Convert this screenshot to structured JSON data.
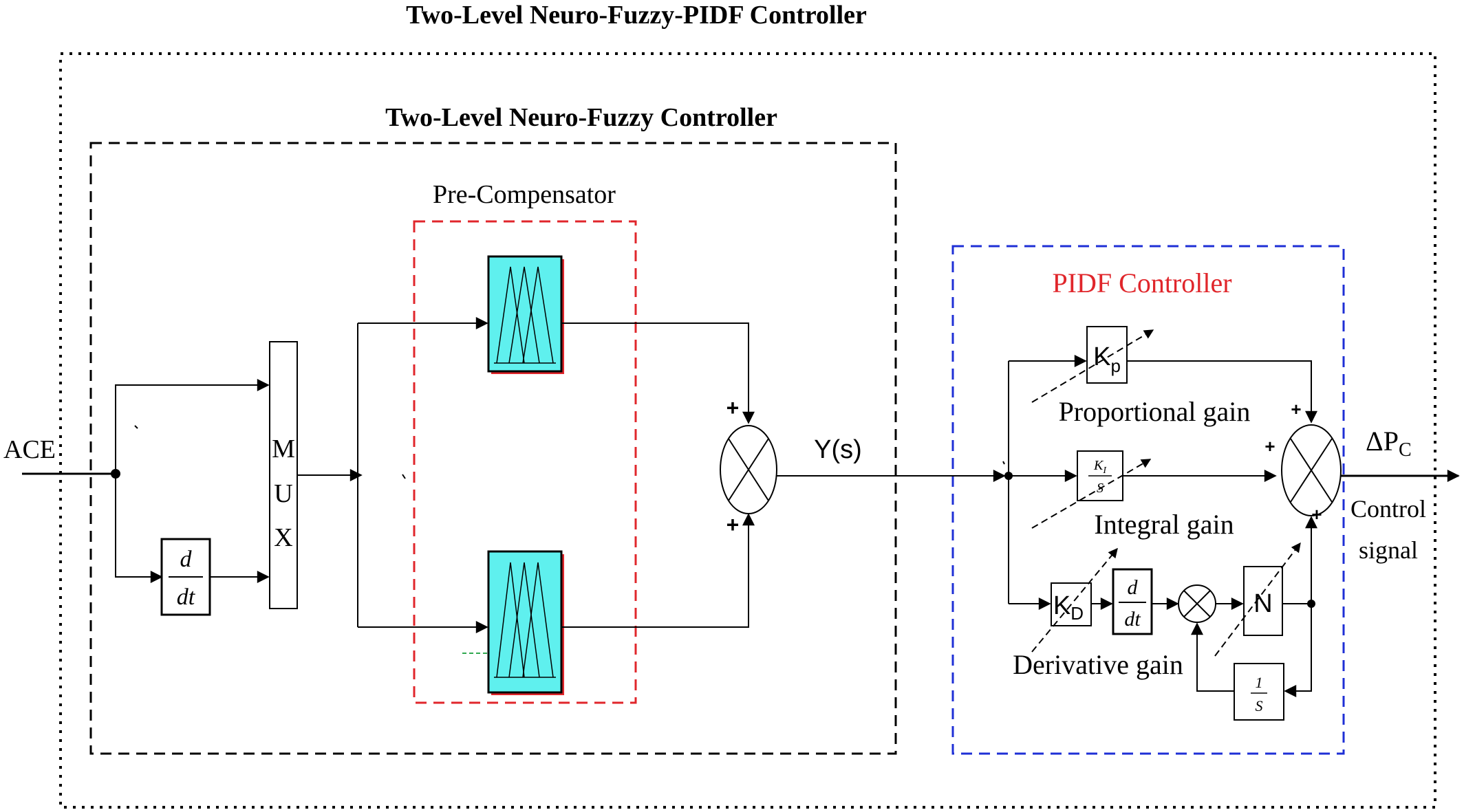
{
  "titles": {
    "outer": "Two-Level Neuro-Fuzzy-PIDF Controller",
    "inner": "Two-Level Neuro-Fuzzy Controller",
    "precompensator": "Pre-Compensator",
    "pidf": "PIDF Controller"
  },
  "signals": {
    "input": "ACE",
    "ys": "Y(s)",
    "output_delta": "ΔP",
    "output_sub": "C",
    "control_line1": "Control",
    "control_line2": "signal"
  },
  "blocks": {
    "mux": [
      "M",
      "U",
      "X"
    ],
    "deriv_num": "d",
    "deriv_den": "dt",
    "kp": "K",
    "kp_sub": "p",
    "ki_num": "K",
    "ki_sub": "I",
    "ki_den": "S",
    "kd": "K",
    "kd_sub": "D",
    "n": "N",
    "int_num": "1",
    "int_den": "S"
  },
  "gain_labels": {
    "proportional": "Proportional gain",
    "integral": "Integral gain",
    "derivative": "Derivative gain"
  },
  "signs": {
    "sum1_top": "+",
    "sum1_bottom": "+",
    "sum2_top": "+",
    "sum2_left": "+",
    "sum2_bottom": "+"
  },
  "colors": {
    "precompensator_border": "#e0262b",
    "pidf_border": "#1e2fd6",
    "pidf_title": "#e0262b",
    "fuzzy_fill": "#5ff0ee",
    "fuzzy_shadow": "#e0262b"
  }
}
